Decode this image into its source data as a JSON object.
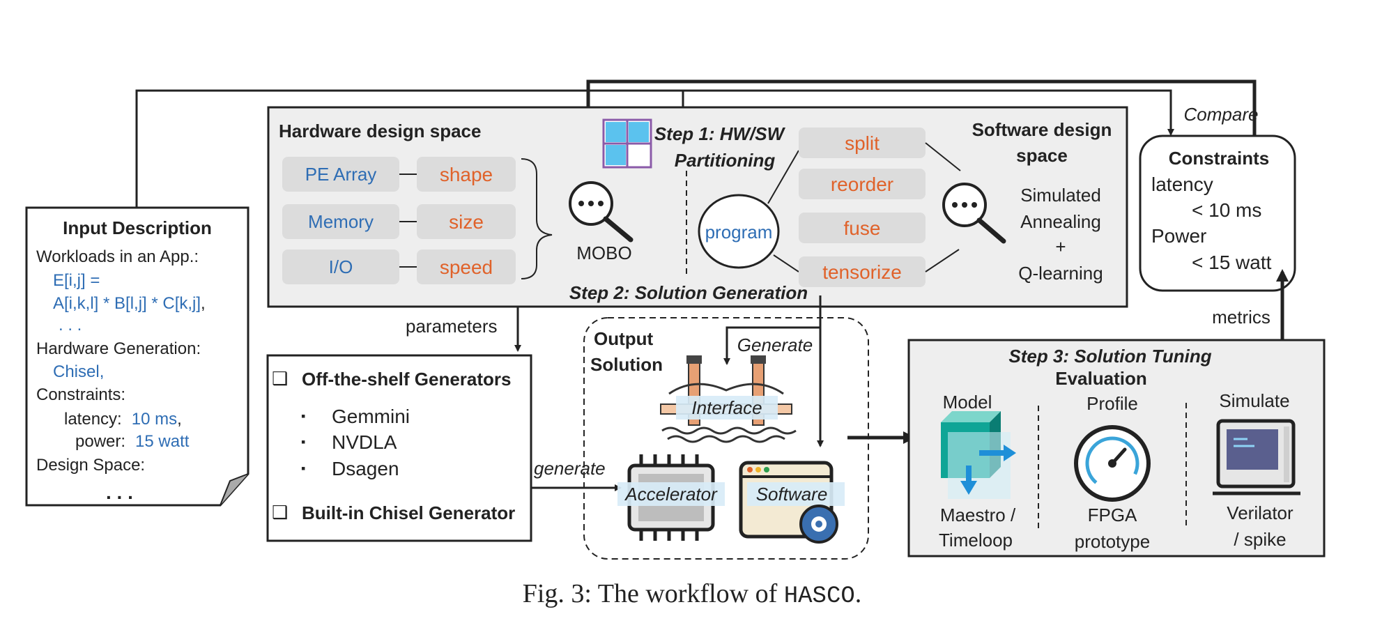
{
  "colors": {
    "accent_blue": "#2e6db4",
    "accent_orange": "#e0622a",
    "box_gray": "#eeeeee",
    "chip_gray": "#dcdcdc",
    "icon_teal": "#10a89a",
    "icon_light_blue": "#69c0e8"
  },
  "input": {
    "title": "Input Description",
    "line1": "Workloads in an App.:",
    "eq1": "E[i,j] =",
    "eq2": "A[i,k,l] * B[l,j] * C[k,j]",
    "eq2_suffix": ",",
    "dots_blue": ". . .",
    "hw_gen": "Hardware Generation:",
    "chisel": "Chisel,",
    "constraints": "Constraints:",
    "latency_label": "latency:",
    "latency_value": "10 ms",
    "latency_suffix": ",",
    "power_label": "power:",
    "power_value": "15 watt",
    "design_space": "Design Space:",
    "dots_black": ". . ."
  },
  "hw": {
    "title": "Hardware design space",
    "rows": [
      {
        "left": "PE Array",
        "right": "shape"
      },
      {
        "left": "Memory",
        "right": "size"
      },
      {
        "left": "I/O",
        "right": "speed"
      }
    ],
    "optimizer": "MOBO"
  },
  "step1": {
    "line1": "Step 1: HW/SW",
    "line2": "Partitioning"
  },
  "sw": {
    "title_line1": "Software design",
    "title_line2": "space",
    "program": "program",
    "primitives": [
      "split",
      "reorder",
      "fuse",
      "tensorize"
    ],
    "method_line1": "Simulated",
    "method_line2": "Annealing",
    "method_line3": "+",
    "method_line4": "Q-learning"
  },
  "step2": "Step 2: Solution Generation",
  "constraints_box": {
    "compare": "Compare",
    "title": "Constraints",
    "latency": "latency",
    "latency_value": "< 10 ms",
    "power": "Power",
    "power_value": "< 15 watt",
    "metrics": "metrics"
  },
  "generators": {
    "parameters": "parameters",
    "heading1": "Off-the-shelf Generators",
    "items": [
      "Gemmini",
      "NVDLA",
      "Dsagen"
    ],
    "heading2": "Built-in Chisel Generator",
    "checkbox": "❑",
    "bullet": "▪"
  },
  "output": {
    "title_line1": "Output",
    "title_line2": "Solution",
    "generate_label": "Generate",
    "generate_lower": "generate",
    "interface": "Interface",
    "accelerator": "Accelerator",
    "software": "Software"
  },
  "step3": {
    "title": "Step 3: Solution Tuning",
    "subtitle": "Evaluation",
    "columns": [
      {
        "head": "Model",
        "foot1": "Maestro /",
        "foot2": "Timeloop"
      },
      {
        "head": "Profile",
        "foot1": "FPGA",
        "foot2": "prototype"
      },
      {
        "head": "Simulate",
        "foot1": "Verilator",
        "foot2": "/ spike"
      }
    ]
  },
  "caption": {
    "prefix": "Fig. 3: The workflow of ",
    "name": "HASCO",
    "suffix": "."
  }
}
